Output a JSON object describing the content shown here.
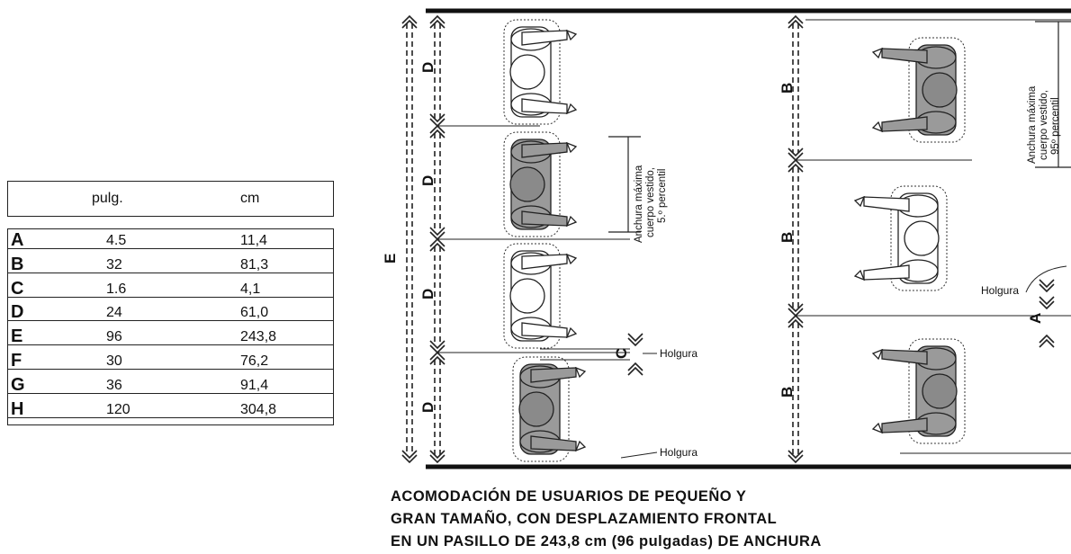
{
  "table": {
    "col_pulg": "pulg.",
    "col_cm": "cm",
    "rows": [
      {
        "letter": "A",
        "pulg": "4.5",
        "cm": "11,4"
      },
      {
        "letter": "B",
        "pulg": "32",
        "cm": "81,3"
      },
      {
        "letter": "C",
        "pulg": "1.6",
        "cm": "4,1"
      },
      {
        "letter": "D",
        "pulg": "24",
        "cm": "61,0"
      },
      {
        "letter": "E",
        "pulg": "96",
        "cm": "243,8"
      },
      {
        "letter": "F",
        "pulg": "30",
        "cm": "76,2"
      },
      {
        "letter": "G",
        "pulg": "36",
        "cm": "91,4"
      },
      {
        "letter": "H",
        "pulg": "120",
        "cm": "304,8"
      }
    ]
  },
  "diagram": {
    "dim_e": "E",
    "dim_d": "D",
    "dim_b": "B",
    "dim_c": "C",
    "dim_a": "A",
    "small_width_label": [
      "Anchura máxima",
      "cuerpo vestido,",
      "5.º percentil"
    ],
    "large_width_label": [
      "Anchura máxima",
      "cuerpo vestido,",
      "95º percentil"
    ],
    "clearance": "Holgura"
  },
  "caption": [
    "ACOMODACIÓN DE USUARIOS DE PEQUEÑO Y",
    "GRAN TAMAÑO, CON DESPLAZAMIENTO FRONTAL",
    "EN UN PASILLO DE 243,8 cm (96 pulgadas) DE ANCHURA"
  ]
}
